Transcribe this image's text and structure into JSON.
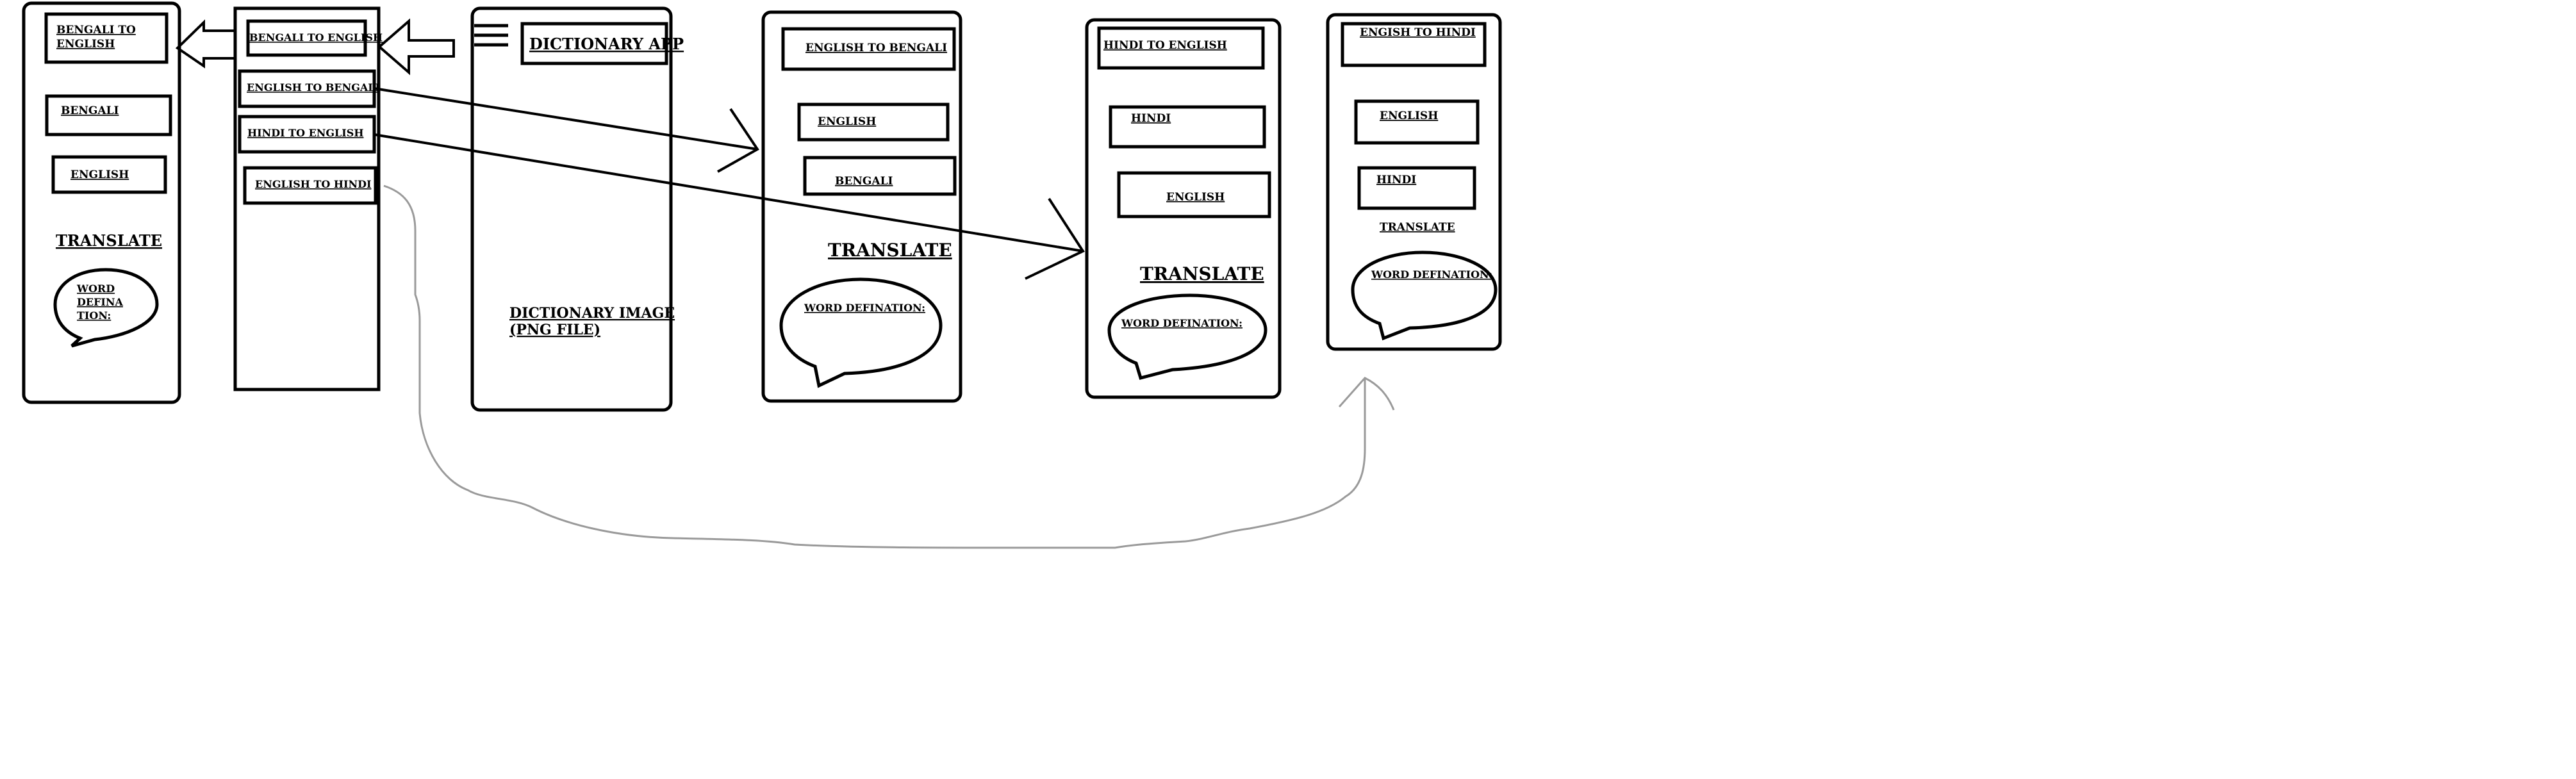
{
  "colors": {
    "ink": "#000000",
    "connector": "#9a9a9a",
    "background": "#ffffff"
  },
  "screens": {
    "bengali_to_english": {
      "title": "BENGALI TO ENGLISH",
      "input_label": "BENGALI",
      "output_label": "ENGLISH",
      "translate": "TRANSLATE",
      "definition_lines": [
        "WORD",
        "DEFINA",
        "TION:"
      ]
    },
    "menu": {
      "items": [
        "BENGALI TO ENGLISH",
        "ENGLISH TO BENGALI",
        "HINDI TO ENGLISH",
        "ENGLISH TO HINDI"
      ]
    },
    "home": {
      "menu_icon": "hamburger-menu-icon",
      "app_title": "DICTIONARY APP",
      "image_label_line1": "DICTIONARY IMAGE",
      "image_label_line2": "(PNG FILE)"
    },
    "english_to_bengali": {
      "title": "ENGLISH TO BENGALI",
      "input_label": "ENGLISH",
      "output_label": "BENGALI",
      "translate": "TRANSLATE",
      "definition": "WORD DEFINATION:"
    },
    "hindi_to_english": {
      "title": "HINDI TO ENGLISH",
      "input_label": "HINDI",
      "output_label": "ENGLISH",
      "translate": "TRANSLATE",
      "definition": "WORD DEFINATION:"
    },
    "english_to_hindi": {
      "title": "ENGISH TO HINDI",
      "input_label": "ENGLISH",
      "output_label": "HINDI",
      "translate": "TRANSLATE",
      "definition": "WORD DEFINATION:"
    }
  }
}
